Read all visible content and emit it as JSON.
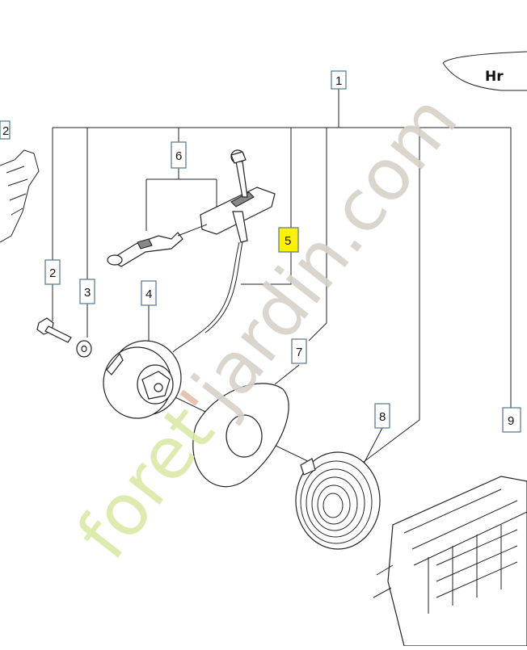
{
  "brand_mark": "Hr",
  "callouts": [
    {
      "id": "1",
      "label": "1",
      "highlight": false
    },
    {
      "id": "2",
      "label": "2",
      "highlight": false
    },
    {
      "id": "3",
      "label": "3",
      "highlight": false
    },
    {
      "id": "4",
      "label": "4",
      "highlight": false
    },
    {
      "id": "5",
      "label": "5",
      "highlight": true
    },
    {
      "id": "6",
      "label": "6",
      "highlight": false
    },
    {
      "id": "7",
      "label": "7",
      "highlight": false
    },
    {
      "id": "8",
      "label": "8",
      "highlight": false
    },
    {
      "id": "9",
      "label": "9",
      "highlight": false
    },
    {
      "id": "edge-2",
      "label": "2",
      "highlight": false
    }
  ],
  "watermark": {
    "green_part": "foret",
    "dot_part": "'",
    "grey_part": "jardin.com"
  },
  "colors": {
    "highlight": "#fff200",
    "box_border": "#5e7f94",
    "watermark_green": "#dbe9a7",
    "watermark_grey": "#d7d2c9"
  }
}
